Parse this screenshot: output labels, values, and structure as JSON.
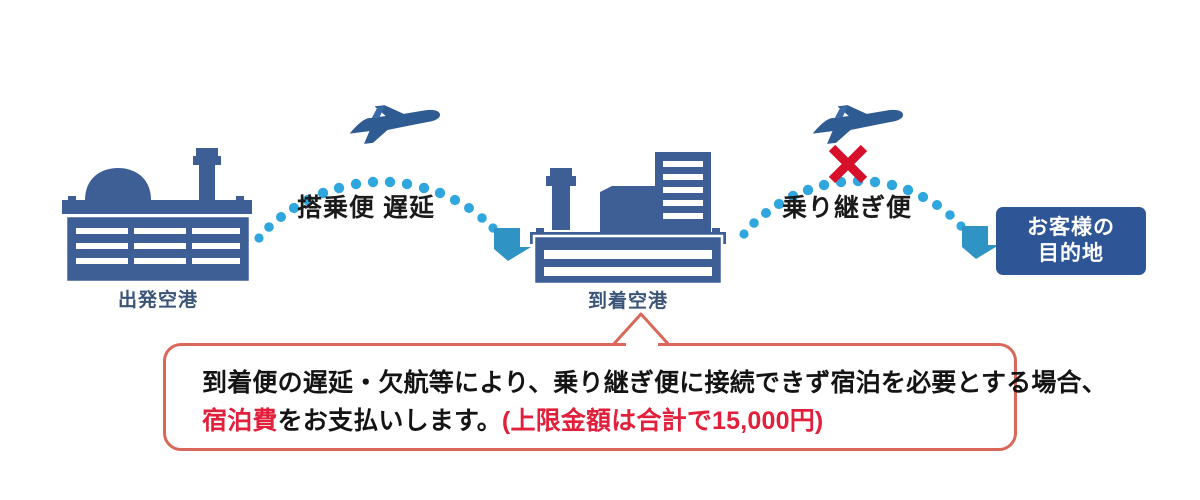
{
  "diagram": {
    "type": "flight-connection-coverage-diagram",
    "nodes": [
      {
        "id": "departure-airport",
        "label": "出発空港",
        "icon": "airport-terminal-icon"
      },
      {
        "id": "arrival-airport",
        "label": "到着空港",
        "icon": "airport-terminal-tower-icon"
      },
      {
        "id": "destination",
        "line1": "お客様の",
        "line2": "目的地"
      }
    ],
    "segments": [
      {
        "id": "boarding-flight",
        "label": "搭乗便  遅延",
        "icon": "airplane-icon",
        "status": "delayed"
      },
      {
        "id": "connecting-flight",
        "label": "乗り継ぎ便",
        "icon": "airplane-icon",
        "status": "missed",
        "marker": "red-x-icon"
      }
    ],
    "callout": {
      "line1": "到着便の遅延・欠航等により、乗り継ぎ便に接続できず宿泊を必要とする場合、",
      "line2_red_1": "宿泊費",
      "line2_black": "をお支払いします。",
      "line2_red_2": "(上限金額は合計で15,000円)"
    }
  },
  "colors": {
    "airport_blue": "#3d5f96",
    "airport_blue_dark": "#2e5596",
    "label_navy": "#3a5578",
    "dot_cyan": "#2fa6dd",
    "arrow_teal": "#2f93c4",
    "plane_blue": "#2f5b93",
    "callout_border": "#d9685a",
    "accent_red": "#e2203c",
    "text_black": "#141414",
    "background": "#ffffff"
  }
}
